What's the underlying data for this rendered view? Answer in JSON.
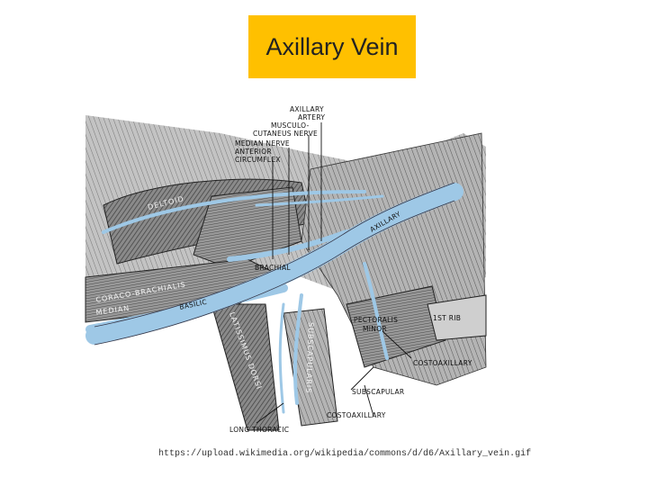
{
  "slide": {
    "title": "Axillary Vein",
    "source_url": "https://upload.wikimedia.org/wikipedia/commons/d/d6/Axillary_vein.gif"
  },
  "colors": {
    "title_background": "#ffc000",
    "vein": "#9ec8e6",
    "muscle": "#6e6e6e"
  },
  "figure": {
    "labels": {
      "axillary_artery_line1": "AXILLARY",
      "axillary_artery_line2": "ARTERY",
      "musculocutaneous_line1": "MUSCULO-",
      "musculocutaneous_line2": "CUTANEUS NERVE",
      "median_nerve": "MEDIAN NERVE",
      "anterior_circumflex_line1": "ANTERIOR",
      "anterior_circumflex_line2": "CIRCUMFLEX",
      "deltoid": "DELTOID",
      "axillary": "AXILLARY",
      "brachial": "BRACHIAL",
      "coraco_brachialis": "CORACO-BRACHIALIS",
      "median": "MEDIAN",
      "basilic": "BASILIC",
      "latissimus_dorsi": "LATISSIMUS DORSI",
      "subscapularis": "SUBSCAPULARIS",
      "pectoralis_minor_line1": "PECTORALIS",
      "pectoralis_minor_line2": "MINOR",
      "rib": "1ST RIB",
      "costoaxillary_upper": "COSTOAXILLARY",
      "subscapular": "SUBSCAPULAR",
      "costoaxillary_lower": "COSTOAXILLARY",
      "long_thoracic": "LONG THORACIC"
    }
  }
}
